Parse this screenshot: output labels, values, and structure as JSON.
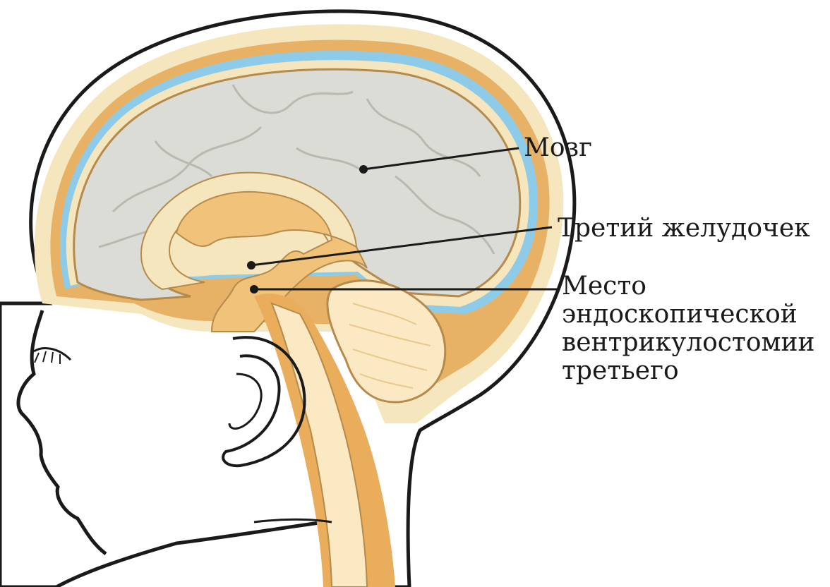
{
  "labels": {
    "brain": "Мозг",
    "third_ventricle": "Третий желудочек",
    "etv_lines": [
      "Место",
      "эндоскопической",
      "вентрикулостомии",
      "третьего"
    ]
  },
  "colors": {
    "outline": "#1a1a1a",
    "skull": "#f6e6bd",
    "membrane": "#e8b266",
    "csf_blue": "#8ecbe8",
    "brain_gray": "#dcdcd6",
    "ventricle": "#f0c27a",
    "deep_tissue": "#e9ad5c",
    "cerebellum": "#fbe9c4",
    "leader": "#1a1a1a"
  }
}
